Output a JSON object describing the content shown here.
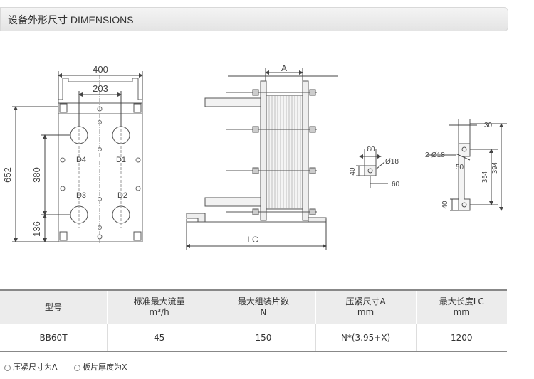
{
  "header": {
    "title": "设备外形尺寸  DIMENSIONS"
  },
  "drawing": {
    "front_view": {
      "width_label": "400",
      "inner_width_label": "203",
      "height_label": "652",
      "mid_height_label": "380",
      "low_height_label": "136",
      "ports": [
        "D4",
        "D1",
        "D3",
        "D2"
      ]
    },
    "side_view": {
      "press_label": "A",
      "length_label": "LC"
    },
    "foot_detail": {
      "width_label": "80",
      "hole_label": "Ø18",
      "height_label": "40",
      "offset_label": "60"
    },
    "bracket_detail": {
      "top_label": "30",
      "holes_label": "2-Ø18",
      "inner_label": "50",
      "mid_height_label": "354",
      "total_height_label": "394",
      "low_height_label": "40"
    }
  },
  "table": {
    "headers": [
      {
        "line1": "型号",
        "line2": ""
      },
      {
        "line1": "标准最大流量",
        "line2": "m³/h"
      },
      {
        "line1": "最大组装片数",
        "line2": "N"
      },
      {
        "line1": "压紧尺寸A",
        "line2": "mm"
      },
      {
        "line1": "最大长度LC",
        "line2": "mm"
      }
    ],
    "rows": [
      [
        "BB60T",
        "45",
        "150",
        "N*(3.95+X)",
        "1200"
      ]
    ]
  },
  "notes": [
    "压紧尺寸为A",
    "板片厚度为X"
  ]
}
